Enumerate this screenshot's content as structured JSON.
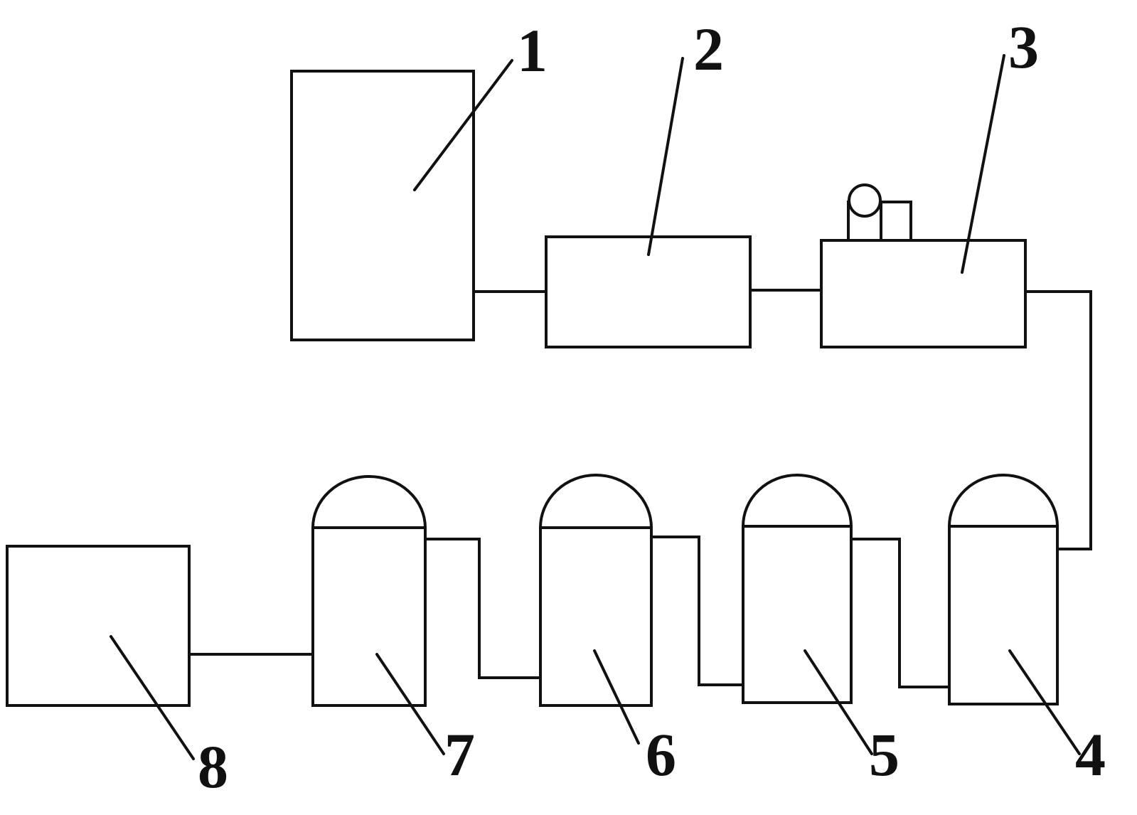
{
  "diagram": {
    "labels": {
      "l1": "1",
      "l2": "2",
      "l3": "3",
      "l4": "4",
      "l5": "5",
      "l6": "6",
      "l7": "7",
      "l8": "8"
    },
    "line_color": "#111111",
    "background": "#ffffff"
  }
}
